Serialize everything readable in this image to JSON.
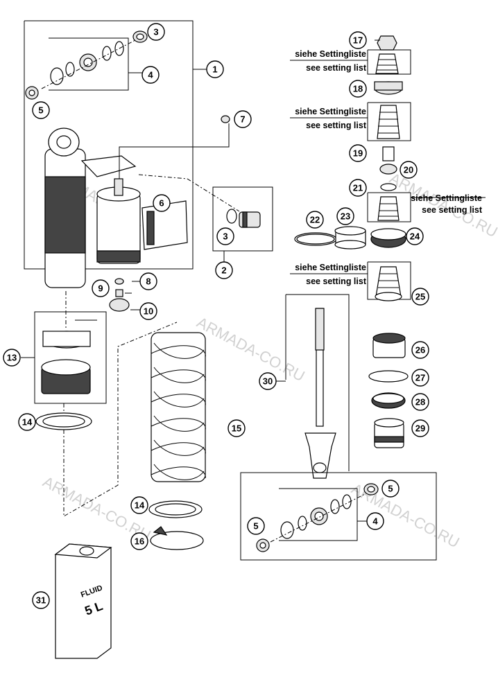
{
  "callouts": [
    "1",
    "2",
    "3",
    "4",
    "5",
    "6",
    "7",
    "8",
    "9",
    "10",
    "13",
    "14",
    "15",
    "16",
    "17",
    "18",
    "19",
    "20",
    "21",
    "22",
    "23",
    "24",
    "25",
    "26",
    "27",
    "28",
    "29",
    "30",
    "31"
  ],
  "notes": {
    "de": "siehe Settingliste",
    "en": "see setting list"
  },
  "fluid_can": {
    "line1": "FLUID",
    "line2": "5 L"
  },
  "watermark": "ARMADA-CO.RU"
}
